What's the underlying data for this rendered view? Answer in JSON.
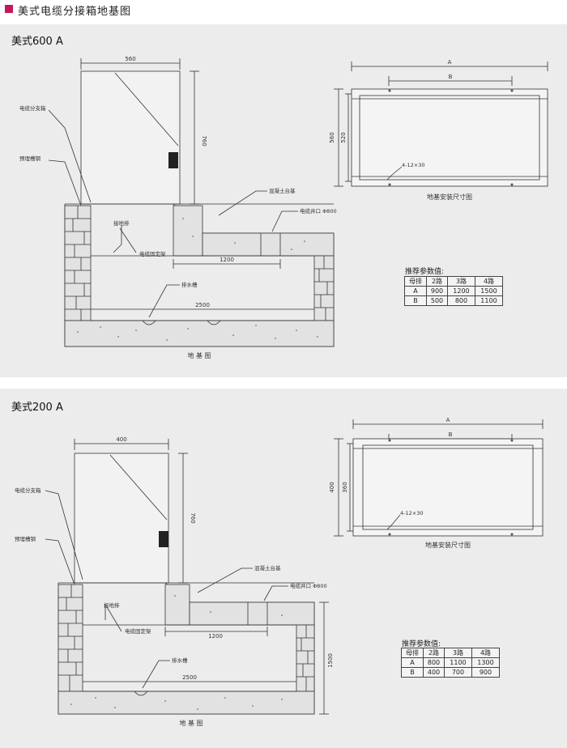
{
  "header": {
    "title": "美式电缆分接箱地基图",
    "accent": "#c2185b"
  },
  "sections": [
    {
      "title": "美式600 A",
      "front": {
        "width_dim": "560",
        "height_dim": "760",
        "label_box": "电缆分支箱",
        "label_channel": "预埋槽钢",
        "label_ground": "接地排",
        "label_fix": "电缆固定架",
        "label_concrete": "混凝土台基",
        "label_well": "电缆井口 Φ800",
        "dim_1200": "1200",
        "label_drain": "排水槽",
        "dim_2500": "2500",
        "caption": "地 基 图"
      },
      "plan": {
        "dim_a": "A",
        "dim_b": "B",
        "dim_outer": "560",
        "dim_inner": "520",
        "hole": "4-12×30",
        "caption": "地基安装尺寸图"
      },
      "table": {
        "title": "推荐参数值:",
        "header": [
          "母排",
          "2路",
          "3路",
          "4路"
        ],
        "rows": [
          [
            "A",
            "900",
            "1200",
            "1500"
          ],
          [
            "B",
            "500",
            "800",
            "1100"
          ]
        ]
      }
    },
    {
      "title": "美式200 A",
      "front": {
        "width_dim": "400",
        "height_dim": "760",
        "label_box": "电缆分支箱",
        "label_channel": "预埋槽钢",
        "label_ground": "接地排",
        "label_fix": "电缆固定架",
        "label_concrete": "混凝土台基",
        "label_well": "电缆井口 Φ800",
        "dim_1200": "1200",
        "label_drain": "排水槽",
        "dim_2500": "2500",
        "dim_1500": "1500",
        "caption": "地 基 图"
      },
      "plan": {
        "dim_a": "A",
        "dim_b": "B",
        "dim_outer": "400",
        "dim_inner": "360",
        "hole": "4-12×30",
        "caption": "地基安装尺寸图"
      },
      "table": {
        "title": "推荐参数值:",
        "header": [
          "母排",
          "2路",
          "3路",
          "4路"
        ],
        "rows": [
          [
            "A",
            "800",
            "1100",
            "1300"
          ],
          [
            "B",
            "400",
            "700",
            "900"
          ]
        ]
      }
    }
  ]
}
